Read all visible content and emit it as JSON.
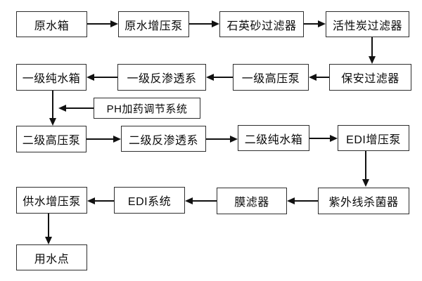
{
  "diagram": {
    "type": "flowchart",
    "description_visible": false,
    "colors": {
      "background": "#ffffff",
      "box_border": "#2e2e2e",
      "arrow": "#111111",
      "text": "#0a0a0a"
    },
    "nodes": {
      "raw_water_tank": "原水箱",
      "raw_water_booster_pump": "原水增压泵",
      "quartz_sand_filter": "石英砂过滤器",
      "activated_carbon_filter": "活性炭过滤器",
      "security_filter": "保安过滤器",
      "stage1_high_pressure_pump": "一级高压泵",
      "stage1_ro_system": "一级反渗透系",
      "stage1_pure_water_tank": "一级纯水箱",
      "ph_dosing_system": "PH加药调节系统",
      "stage2_high_pressure_pump": "二级高压泵",
      "stage2_ro_system": "二级反渗透系",
      "stage2_pure_water_tank": "二级纯水箱",
      "edi_booster_pump": "EDI增压泵",
      "uv_sterilizer": "紫外线杀菌器",
      "membrane_filter": "膜滤器",
      "edi_system": "EDI系统",
      "supply_booster_pump": "供水增压泵",
      "water_use_point": "用水点"
    },
    "edges": [
      {
        "from": "raw_water_tank",
        "to": "raw_water_booster_pump"
      },
      {
        "from": "raw_water_booster_pump",
        "to": "quartz_sand_filter"
      },
      {
        "from": "quartz_sand_filter",
        "to": "activated_carbon_filter"
      },
      {
        "from": "activated_carbon_filter",
        "to": "security_filter"
      },
      {
        "from": "security_filter",
        "to": "stage1_high_pressure_pump"
      },
      {
        "from": "stage1_high_pressure_pump",
        "to": "stage1_ro_system"
      },
      {
        "from": "stage1_ro_system",
        "to": "stage1_pure_water_tank"
      },
      {
        "from": "stage1_pure_water_tank",
        "to": "stage2_high_pressure_pump"
      },
      {
        "from": "ph_dosing_system",
        "to": "stage2_high_pressure_pump"
      },
      {
        "from": "stage2_high_pressure_pump",
        "to": "stage2_ro_system"
      },
      {
        "from": "stage2_ro_system",
        "to": "stage2_pure_water_tank"
      },
      {
        "from": "stage2_pure_water_tank",
        "to": "edi_booster_pump"
      },
      {
        "from": "edi_booster_pump",
        "to": "uv_sterilizer"
      },
      {
        "from": "uv_sterilizer",
        "to": "membrane_filter"
      },
      {
        "from": "membrane_filter",
        "to": "edi_system"
      },
      {
        "from": "edi_system",
        "to": "supply_booster_pump"
      },
      {
        "from": "supply_booster_pump",
        "to": "water_use_point"
      }
    ]
  }
}
